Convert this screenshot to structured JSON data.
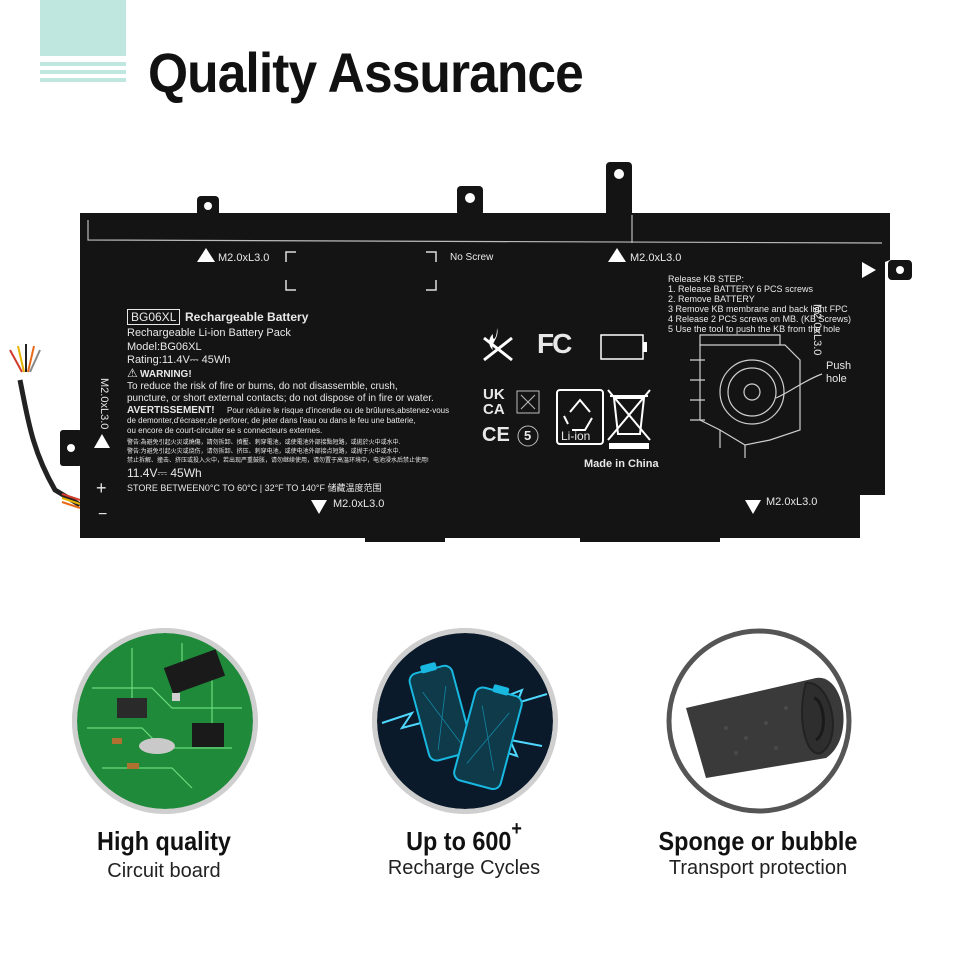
{
  "header": {
    "title": "Quality Assurance"
  },
  "battery": {
    "screw_labels": [
      "M2.0xL3.0",
      "No Screw",
      "M2.0xL3.0",
      "M2.0xL3.0",
      "M2.0xL3.0",
      "M2.0xL3.0",
      "M2.0xL3.0"
    ],
    "model_box": "BG06XL",
    "heading": "Rechargeable Battery",
    "pack": "Rechargeable Li-ion Battery Pack",
    "model": "Model:BG06XL",
    "rating": "Rating:11.4V⎓ 45Wh",
    "warning_title": "WARNING!",
    "warning_line1": "To reduce the risk of fire or burns, do not disassemble, crush,",
    "warning_line2": "puncture, or short external contacts; do not dispose of in fire or water.",
    "avert_title": "AVERTISSEMENT!",
    "avert_line1": "Pour réduire le risque d'incendie ou de brûlures,abstenez-vous",
    "avert_line2": "de demonter,d'écraser,de perforer, de jeter dans l'eau ou dans le feu une batterie,",
    "avert_line3": "ou encore de court-circuiter se s connecteurs externes.",
    "cn_line1": "警告:為避免引起火災或燒傷，請勿拆卸、擠壓、刺穿電池，或使電池外部接點短路，或拋於火中或水中.",
    "cn_line2": "警告:为避免引起火灾或烧伤，请勿拆卸、挤压、刺穿电池，或使电池外部接点短路，或抛于火中或水中.",
    "cn_line3": "禁止拆解、撞击、挤压或投入火中，若出现严重鼓胀，请勿继续使用，请勿置于高温环境中，电池浸水后禁止使用!",
    "voltage": "11.4V⎓ 45Wh",
    "store": "STORE BETWEEN0°C TO 60°C | 32°F TO 140°F 储藏温度范围",
    "plus_sign": "+",
    "minus_sign": "−",
    "fc_mark": "FC",
    "ukca_top": "UK",
    "ukca_bottom": "CA",
    "ce_mark": "CE",
    "five_mark": "5",
    "liion_mark": "Li-ion",
    "made_in": "Made in China",
    "release_title": "Release KB STEP:",
    "release_steps": [
      "1. Release BATTERY 6 PCS screws",
      "2. Remove BATTERY",
      "3 Remove KB membrane and back light FPC",
      "4 Release 2 PCS screws on MB. (KB Screws)",
      "5 Use the tool to push the KB from the hole"
    ],
    "push_hole_1": "Push",
    "push_hole_2": "hole"
  },
  "features": [
    {
      "title": "High quality",
      "subtitle": "Circuit board"
    },
    {
      "title": "Up to 600",
      "plus": "+",
      "subtitle": "Recharge Cycles"
    },
    {
      "title": "Sponge or bubble",
      "subtitle": "Transport protection"
    }
  ],
  "colors": {
    "accent": "#bfe6df",
    "battery": "#141414",
    "circuit": "#1f8a3a",
    "energy": "#18b8e0",
    "sponge": "#3a3a3a"
  }
}
